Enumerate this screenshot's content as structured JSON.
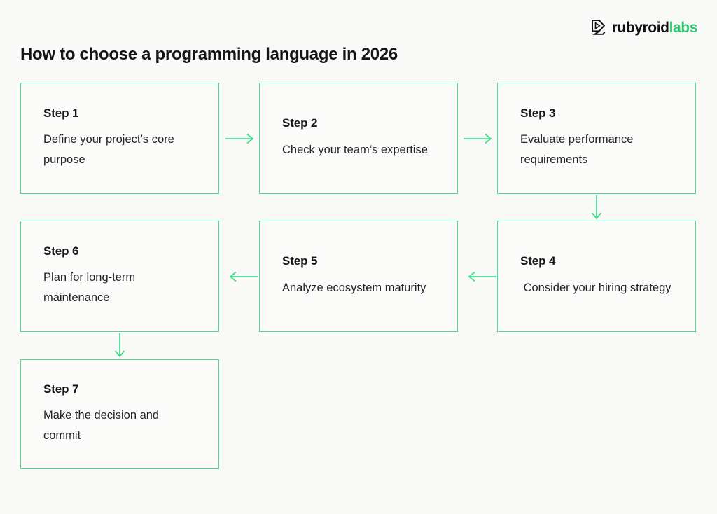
{
  "brand": {
    "logo_mark": "rubyroid-arrow-mark",
    "name_primary": "rubyroid",
    "name_accent": "labs"
  },
  "page": {
    "title": "How to choose a programming language in 2026",
    "background_color": "#f9f9f8"
  },
  "theme": {
    "accent": "#45dd8e",
    "accent_logo": "#2ecc71",
    "text": "#15151a",
    "card_background": "#fbfbfa"
  },
  "flow": {
    "steps": [
      {
        "id": 1,
        "title": "Step 1",
        "description": "Define your project’s core purpose"
      },
      {
        "id": 2,
        "title": "Step 2",
        "description": "Check your team’s expertise"
      },
      {
        "id": 3,
        "title": "Step 3",
        "description": "Evaluate performance requirements"
      },
      {
        "id": 4,
        "title": "Step 4",
        "description": " Consider your hiring strategy"
      },
      {
        "id": 5,
        "title": "Step 5",
        "description": "Analyze ecosystem maturity"
      },
      {
        "id": 6,
        "title": "Step 6",
        "description": "Plan for long-term maintenance"
      },
      {
        "id": 7,
        "title": "Step 7",
        "description": "Make the decision and commit"
      }
    ],
    "connectors": [
      {
        "from": 1,
        "to": 2,
        "direction": "right"
      },
      {
        "from": 2,
        "to": 3,
        "direction": "right"
      },
      {
        "from": 3,
        "to": 4,
        "direction": "down"
      },
      {
        "from": 4,
        "to": 5,
        "direction": "left"
      },
      {
        "from": 5,
        "to": 6,
        "direction": "left"
      },
      {
        "from": 6,
        "to": 7,
        "direction": "down"
      }
    ]
  }
}
